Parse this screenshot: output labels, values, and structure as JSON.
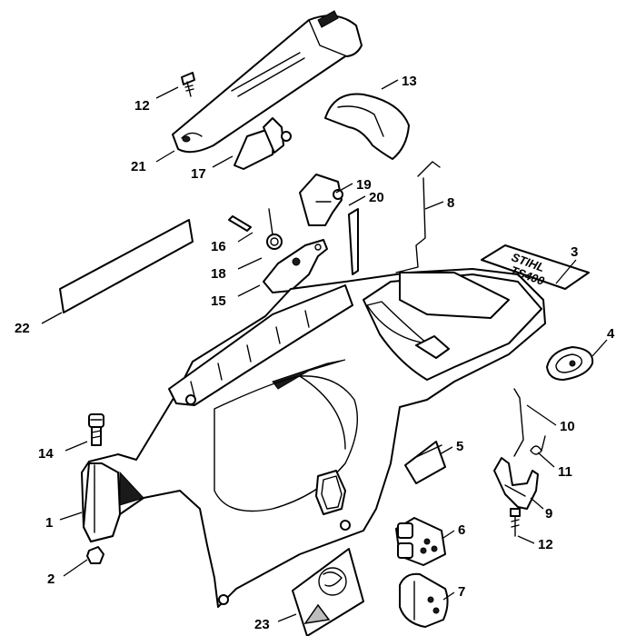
{
  "callouts": {
    "c1": "1",
    "c2": "2",
    "c3": "3",
    "c4": "4",
    "c5": "5",
    "c6": "6",
    "c7": "7",
    "c8": "8",
    "c9": "9",
    "c10": "10",
    "c11": "11",
    "c12a": "12",
    "c12b": "12",
    "c13": "13",
    "c14": "14",
    "c15": "15",
    "c16": "16",
    "c17": "17",
    "c18": "18",
    "c19": "19",
    "c20": "20",
    "c21": "21",
    "c22": "22",
    "c23": "23"
  },
  "decal": {
    "brand": "STIHL",
    "model": "TS400"
  }
}
